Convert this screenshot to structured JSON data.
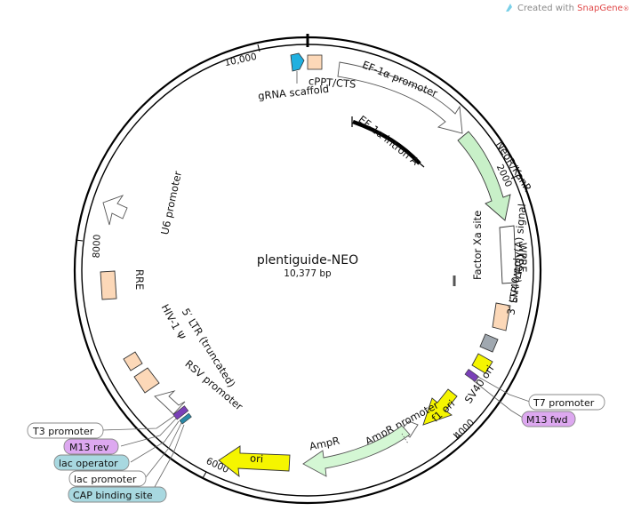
{
  "branding": {
    "prefix": "Created with ",
    "name": "SnapGene",
    "suffix": "®"
  },
  "plasmid": {
    "name": "plentiguide-NEO",
    "size": "10,377 bp"
  },
  "ticks": {
    "t0": "10,000",
    "t2000": "2000",
    "t4000": "4000",
    "t6000": "6000",
    "t8000": "8000"
  },
  "features": {
    "grna_scaffold": "gRNA scaffold",
    "cppt": "cPPT/CTS",
    "ef1a_promoter": "EF-1α promoter",
    "ef1a_intron": "EF-1α intron A",
    "neor": "NeoR/KanR",
    "wpre": "WPRE",
    "factor_xa": "Factor Xa site",
    "sv40_polya": "SV40 poly(A) signal",
    "ltr3": "3′ LTR (ΔU3)",
    "sv40_ori": "SV40 ori",
    "f1_ori": "f1 ori",
    "ampr_promoter": "AmpR promoter",
    "ampr": "AmpR",
    "ori": "ori",
    "rsv_promoter": "RSV promoter",
    "ltr5": "5′ LTR (truncated)",
    "hiv_psi": "HIV-1 Ψ",
    "rre": "RRE",
    "u6_promoter": "U6 promoter"
  },
  "boxes": {
    "t7": "T7 promoter",
    "m13fwd": "M13 fwd",
    "t3": "T3 promoter",
    "m13rev": "M13 rev",
    "lacop": "lac operator",
    "lacprom": "lac promoter",
    "cap": "CAP binding site"
  },
  "colors": {
    "promoter_fill": "#ffffff",
    "neor_fill": "#c8f0c8",
    "ampr_fill": "#d4f7d4",
    "misc_fill": "#fcd8b8",
    "ori_fill": "#f5f500",
    "grna_fill": "#20b0e0",
    "polya_fill": "#a0a8b0",
    "primer_fill": "#dda8f0",
    "protein_bind_fill": "#a8d8e0",
    "brand_accent": "#e04a4a"
  }
}
